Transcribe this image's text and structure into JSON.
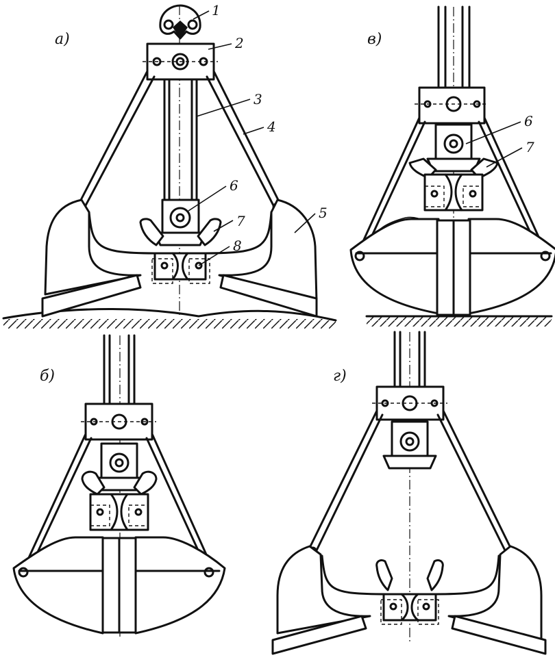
{
  "panels": {
    "a": {
      "label": "а)"
    },
    "b": {
      "label": "б)"
    },
    "v": {
      "label": "в)"
    },
    "g": {
      "label": "г)"
    }
  },
  "callouts": {
    "n1": "1",
    "n2": "2",
    "n3": "3",
    "n4": "4",
    "n5": "5",
    "n6": "6",
    "n7": "7",
    "n8": "8",
    "v6": "6",
    "v7": "7"
  }
}
